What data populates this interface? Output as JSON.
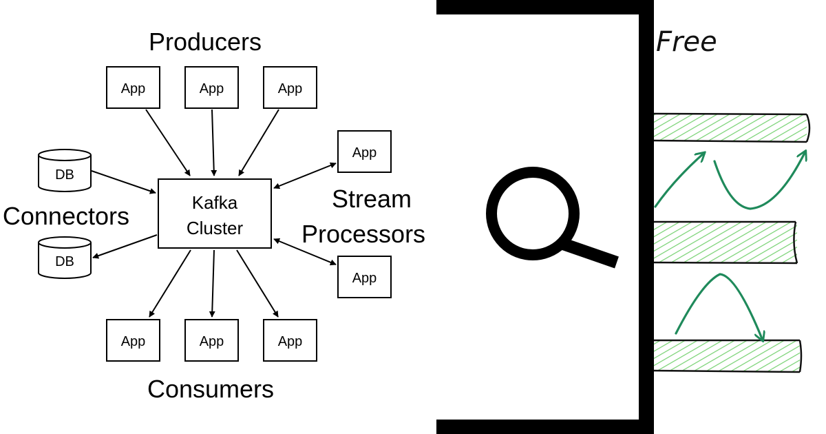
{
  "kafka_diagram": {
    "groups": {
      "producers": "Producers",
      "consumers": "Consumers",
      "connectors": "Connectors",
      "stream_processors_line1": "Stream",
      "stream_processors_line2": "Processors"
    },
    "cluster": {
      "line1": "Kafka",
      "line2": "Cluster"
    },
    "producer_apps": [
      "App",
      "App",
      "App"
    ],
    "consumer_apps": [
      "App",
      "App",
      "App"
    ],
    "processor_apps": [
      "App",
      "App"
    ],
    "databases": [
      "DB",
      "DB"
    ]
  },
  "sketch": {
    "title": "Free"
  },
  "colors": {
    "ink": "#000000",
    "sketch_fill": "#7fd07a",
    "sketch_arrow": "#1f8a5b",
    "frame": "#000000"
  },
  "icons": {
    "magnifier": "search-icon"
  }
}
